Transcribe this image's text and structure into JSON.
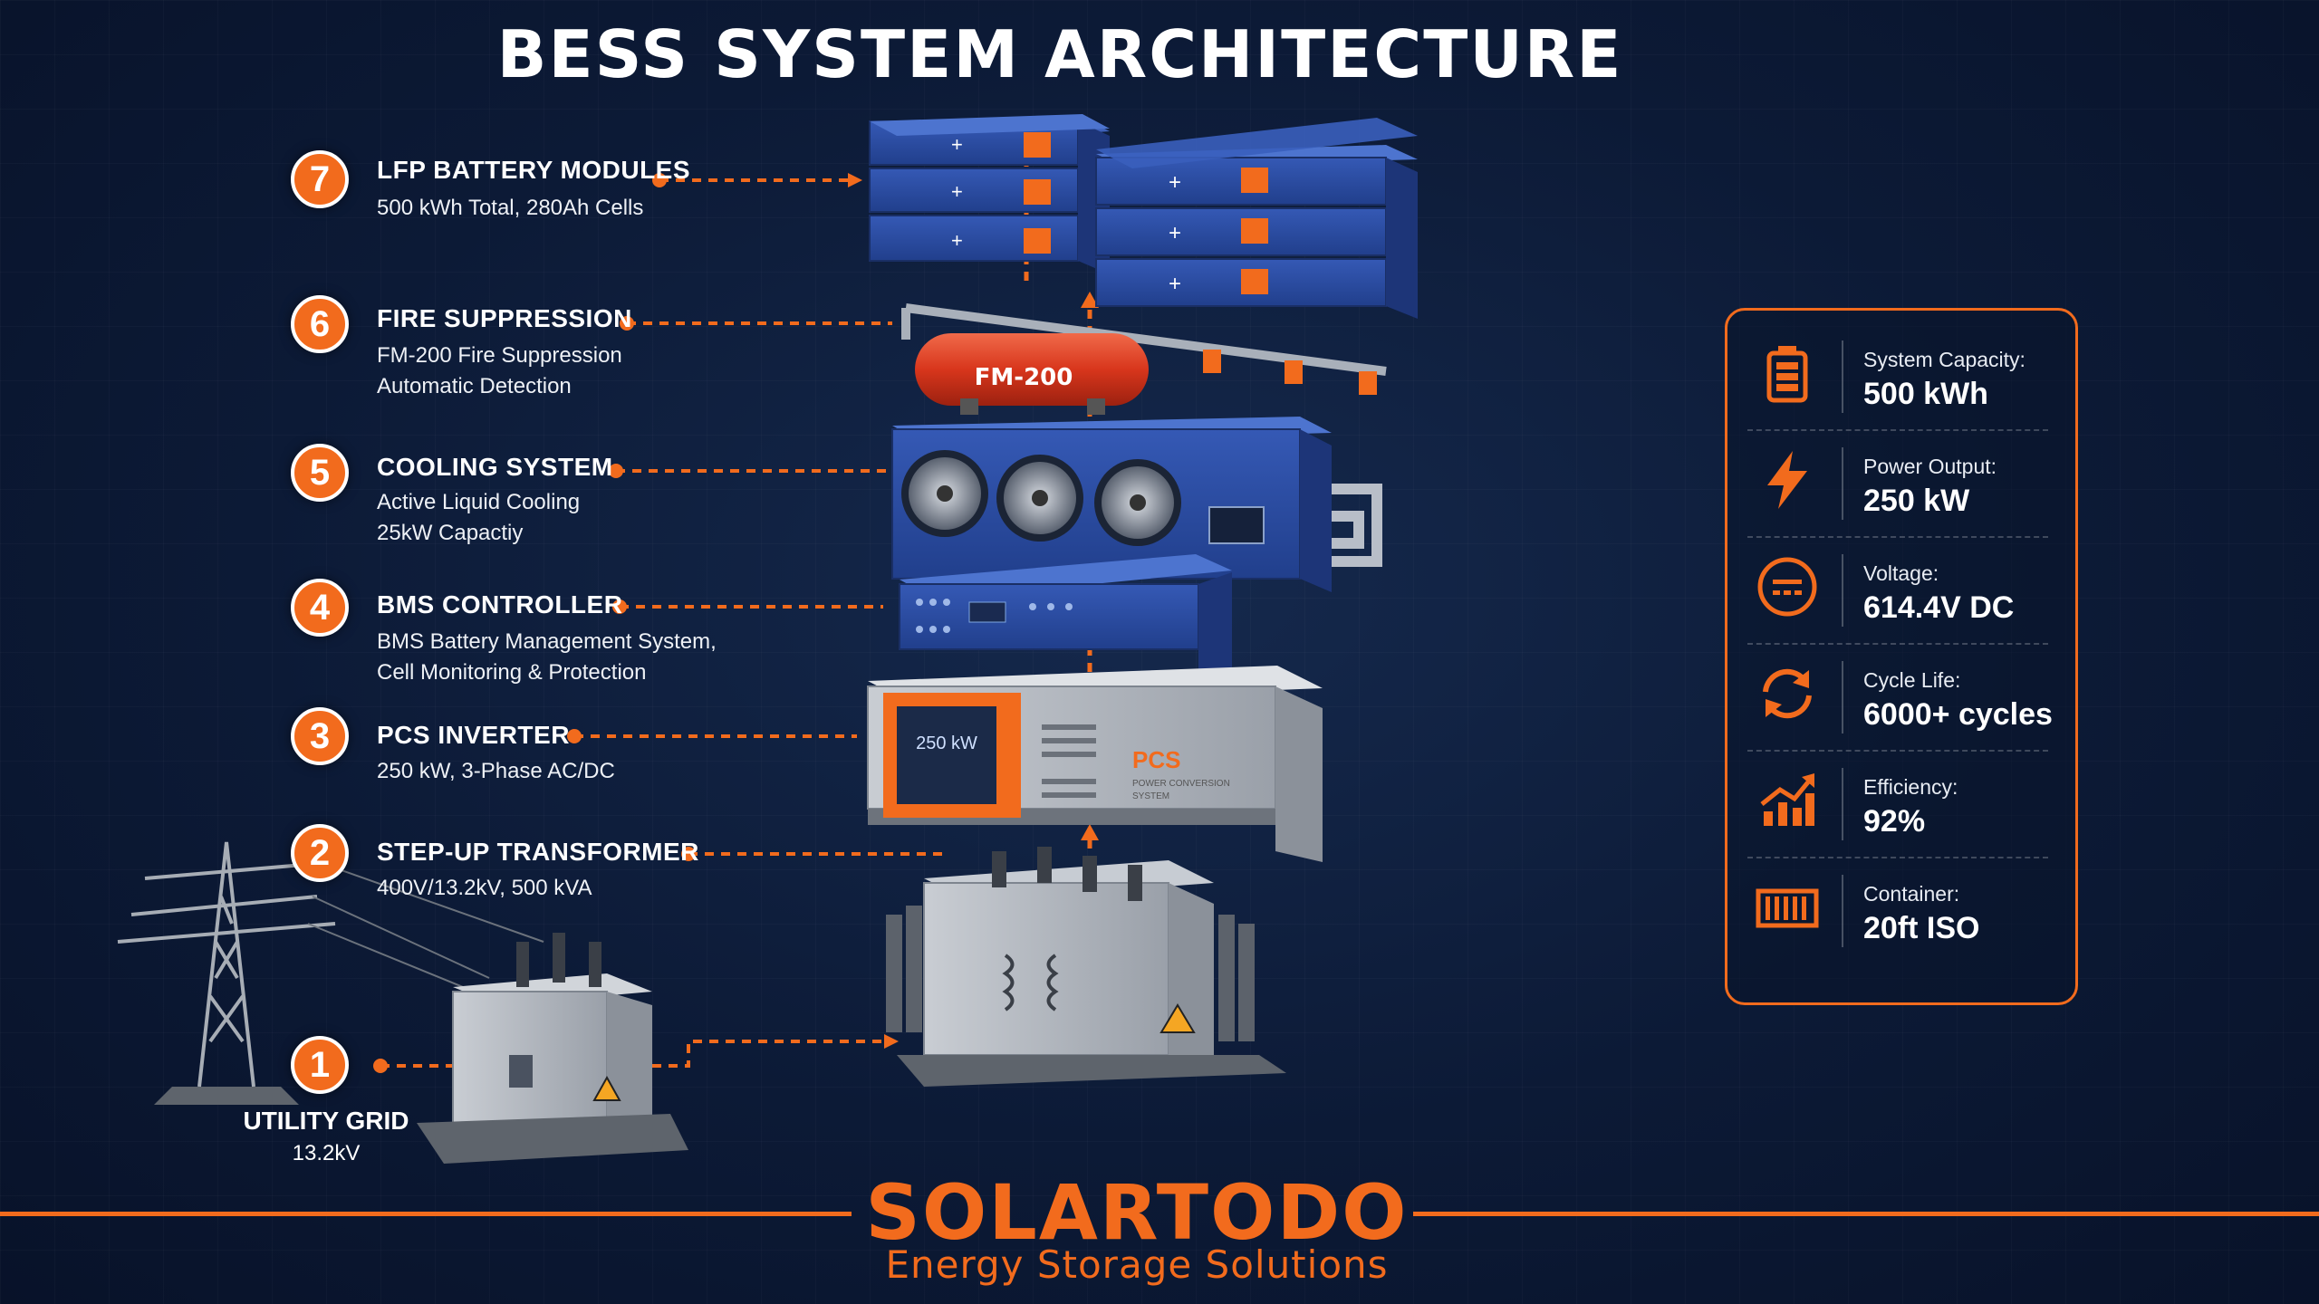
{
  "title": "BESS SYSTEM ARCHITECTURE",
  "components": [
    {
      "num": "7",
      "title": "LFP BATTERY MODULES",
      "desc": [
        "500 kWh Total, 280Ah Cells"
      ]
    },
    {
      "num": "6",
      "title": "FIRE SUPPRESSION",
      "desc": [
        "FM-200 Fire Suppression",
        "Automatic Detection"
      ]
    },
    {
      "num": "5",
      "title": "COOLING SYSTEM",
      "desc": [
        "Active Liquid Cooling",
        "25kW Capactiy"
      ]
    },
    {
      "num": "4",
      "title": "BMS CONTROLLER",
      "desc": [
        "BMS Battery Management System,",
        "Cell Monitoring & Protection"
      ]
    },
    {
      "num": "3",
      "title": "PCS INVERTER",
      "desc": [
        "250 kW, 3-Phase AC/DC"
      ]
    },
    {
      "num": "2",
      "title": "STEP-UP TRANSFORMER",
      "desc": [
        "400V/13.2kV, 500 kVA"
      ]
    },
    {
      "num": "1",
      "title": "UTILITY GRID",
      "desc": [
        "13.2kV"
      ]
    }
  ],
  "equipment_text": {
    "fm200": "FM-200",
    "pcs_screen": "250 kW",
    "pcs_brand": "PCS",
    "pcs_sub1": "POWER CONVERSION",
    "pcs_sub2": "SYSTEM"
  },
  "specs": [
    {
      "icon": "battery-icon",
      "label": "System Capacity:",
      "value": "500 kWh"
    },
    {
      "icon": "lightning-icon",
      "label": "Power Output:",
      "value": "250 kW"
    },
    {
      "icon": "dc-voltage-icon",
      "label": "Voltage:",
      "value": "614.4V DC"
    },
    {
      "icon": "cycle-arrows-icon",
      "label": "Cycle Life:",
      "value": "6000+ cycles"
    },
    {
      "icon": "growth-chart-icon",
      "label": "Efficiency:",
      "value": "92%"
    },
    {
      "icon": "container-icon",
      "label": "Container:",
      "value": "20ft ISO"
    }
  ],
  "footer": {
    "brand": "SOLARTODO",
    "tagline": "Energy Storage Solutions"
  },
  "colors": {
    "accent": "#f26b1d",
    "background": "#0c1a36",
    "equipment_blue": "#2d4fa8"
  }
}
